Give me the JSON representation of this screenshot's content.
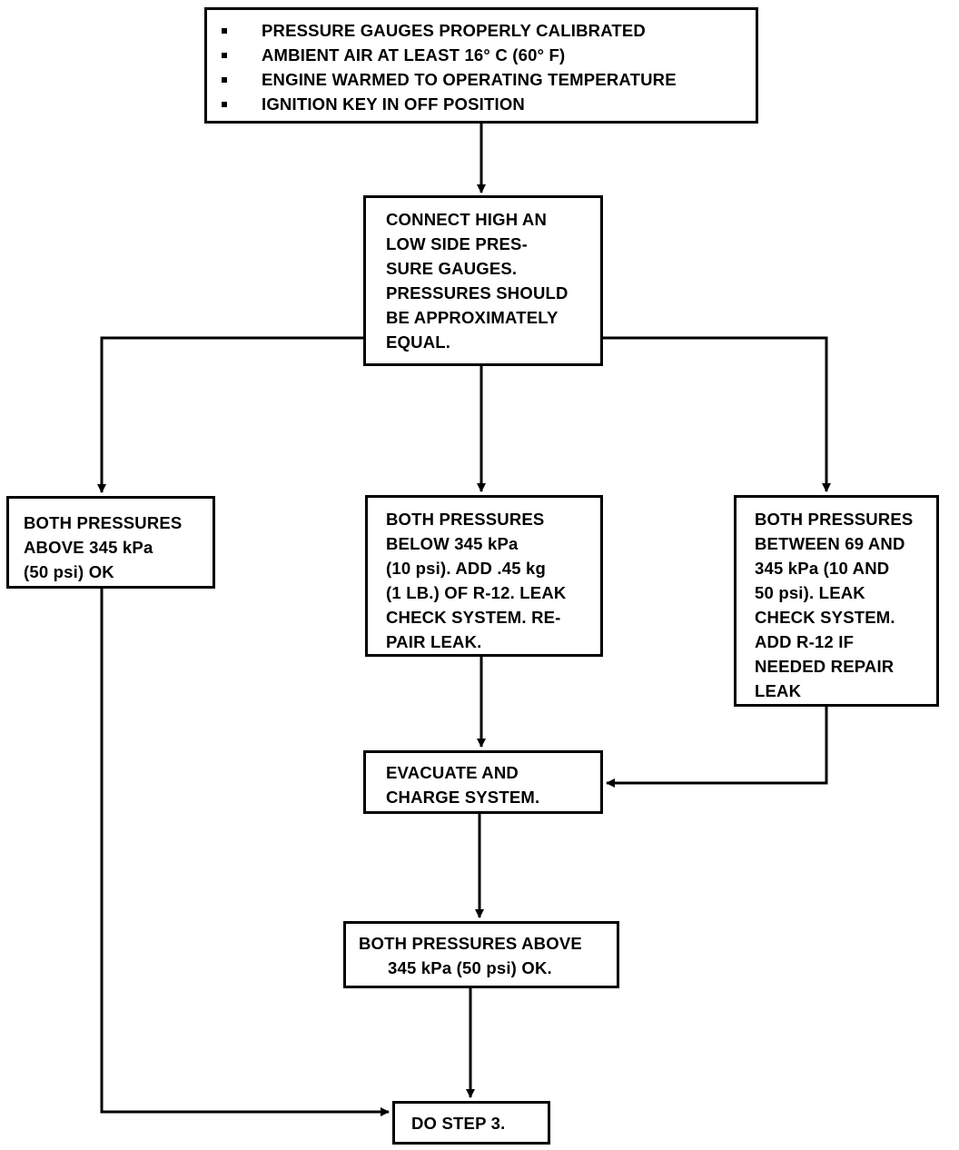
{
  "flowchart": {
    "conditions": [
      "PRESSURE GAUGES PROPERLY CALIBRATED",
      "AMBIENT AIR AT LEAST 16° C (60° F)",
      "ENGINE WARMED TO OPERATING TEMPERATURE",
      "IGNITION KEY IN OFF POSITION"
    ],
    "connect_step": {
      "lines": [
        "CONNECT HIGH AN",
        "LOW SIDE PRES-",
        "SURE GAUGES.",
        "PRESSURES SHOULD",
        "BE APPROXIMATELY",
        "EQUAL."
      ]
    },
    "above_case": {
      "lines": [
        "BOTH PRESSURES",
        "ABOVE 345 kPa",
        "(50 psi) OK"
      ]
    },
    "below_case": {
      "lines": [
        "BOTH PRESSURES",
        "BELOW 345 kPa",
        "(10 psi). ADD .45 kg",
        "(1 LB.) OF R-12. LEAK",
        "CHECK SYSTEM. RE-",
        "PAIR LEAK."
      ]
    },
    "between_case": {
      "lines": [
        "BOTH PRESSURES",
        "BETWEEN 69 AND",
        "345 kPa (10 AND",
        "50 psi). LEAK",
        "CHECK SYSTEM.",
        "ADD R-12 IF",
        "NEEDED REPAIR",
        "LEAK"
      ]
    },
    "evacuate_step": {
      "lines": [
        "EVACUATE AND",
        "CHARGE SYSTEM."
      ]
    },
    "result_ok": {
      "lines": [
        "BOTH PRESSURES ABOVE",
        "345 kPa (50 psi) OK."
      ]
    },
    "final_step": {
      "label": "DO STEP 3."
    }
  },
  "colors": {
    "line": "#000000",
    "background": "#ffffff"
  }
}
